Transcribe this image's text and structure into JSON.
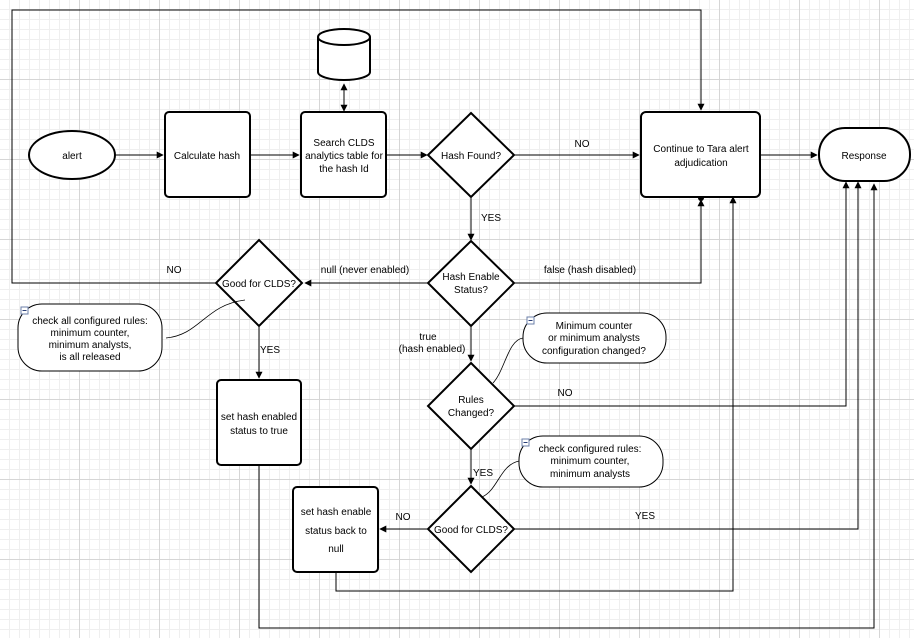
{
  "nodes": {
    "alert": "alert",
    "calc_hash": "Calculate hash",
    "search": [
      "Search CLDS",
      "analytics table for",
      "the hash Id"
    ],
    "hash_found": "Hash Found?",
    "continue_tara": [
      "Continue to Tara alert",
      "adjudication"
    ],
    "response": "Response",
    "hash_enable_status": [
      "Hash Enable",
      "Status?"
    ],
    "good_for_clds_left": "Good for CLDS?",
    "set_enabled": [
      "set hash enabled",
      "status to true"
    ],
    "rules_changed": [
      "Rules",
      "Changed?"
    ],
    "good_for_clds_bottom": "Good for CLDS?",
    "set_back_null": [
      "set hash enable",
      "status back to",
      "null"
    ]
  },
  "notes": {
    "left": [
      "check all configured rules:",
      "minimum counter,",
      "minimum analysts,",
      "is all released"
    ],
    "rules": [
      "Minimum counter",
      "or minimum analysts",
      "configuration changed?"
    ],
    "configured": [
      "check configured rules:",
      "minimum counter,",
      "minimum analysts"
    ]
  },
  "edge_labels": {
    "no_top": "NO",
    "yes_hash_found": "YES",
    "no_left": "NO",
    "null_never": "null (never enabled)",
    "false_disabled": "false (hash disabled)",
    "yes_left": "YES",
    "true_hash": [
      "true",
      "(hash enabled)"
    ],
    "no_rules": "NO",
    "yes_rules": "YES",
    "no_bottom": "NO",
    "yes_bottom": "YES"
  }
}
